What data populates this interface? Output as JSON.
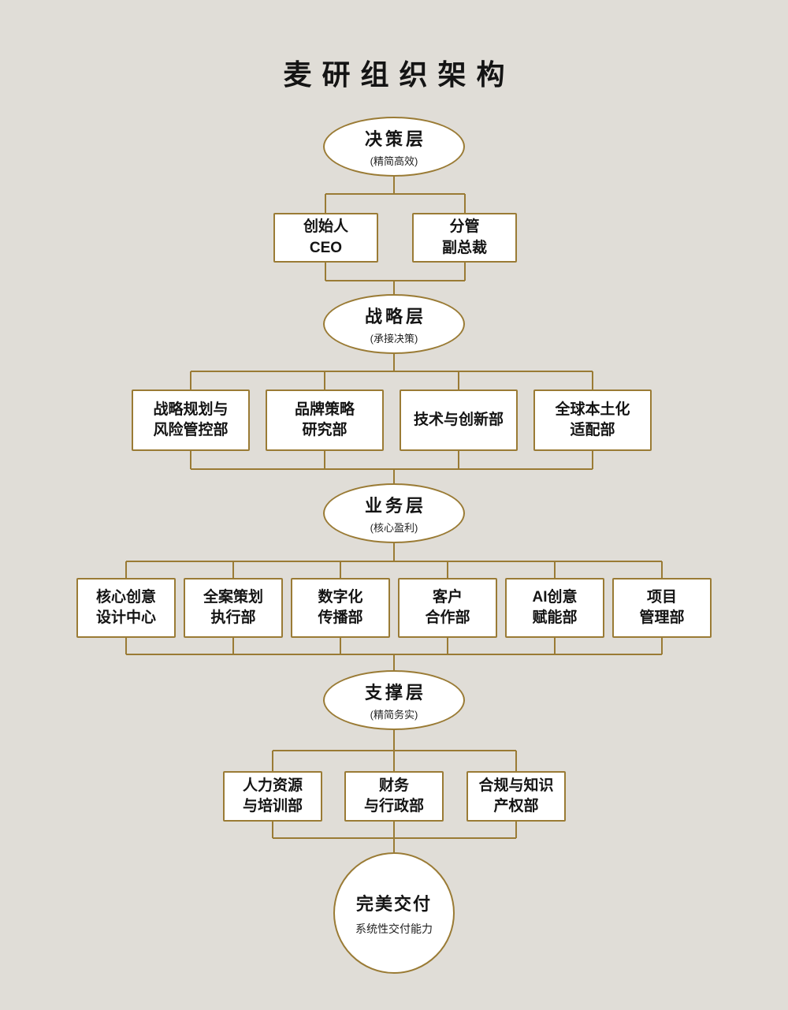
{
  "title": "麦研组织架构",
  "colors": {
    "background": "#e0ddd7",
    "accent": "#9a7b35",
    "node_background": "#ffffff",
    "text": "#141414"
  },
  "layers": [
    {
      "label": "决策层",
      "note": "(精简高效)",
      "children": [
        {
          "lines": [
            "创始人",
            "CEO"
          ]
        },
        {
          "lines": [
            "分管",
            "副总裁"
          ]
        }
      ]
    },
    {
      "label": "战略层",
      "note": "(承接决策)",
      "children": [
        {
          "lines": [
            "战略规划与",
            "风险管控部"
          ]
        },
        {
          "lines": [
            "品牌策略",
            "研究部"
          ]
        },
        {
          "lines": [
            "技术与创新部"
          ]
        },
        {
          "lines": [
            "全球本土化",
            "适配部"
          ]
        }
      ]
    },
    {
      "label": "业务层",
      "note": "(核心盈利)",
      "children": [
        {
          "lines": [
            "核心创意",
            "设计中心"
          ]
        },
        {
          "lines": [
            "全案策划",
            "执行部"
          ]
        },
        {
          "lines": [
            "数字化",
            "传播部"
          ]
        },
        {
          "lines": [
            "客户",
            "合作部"
          ]
        },
        {
          "lines": [
            "AI创意",
            "赋能部"
          ]
        },
        {
          "lines": [
            "项目",
            "管理部"
          ]
        }
      ]
    },
    {
      "label": "支撑层",
      "note": "(精简务实)",
      "children": [
        {
          "lines": [
            "人力资源",
            "与培训部"
          ]
        },
        {
          "lines": [
            "财务",
            "与行政部"
          ]
        },
        {
          "lines": [
            "合规与知识",
            "产权部"
          ]
        }
      ]
    }
  ],
  "footer": {
    "label": "完美交付",
    "note": "系统性交付能力"
  }
}
